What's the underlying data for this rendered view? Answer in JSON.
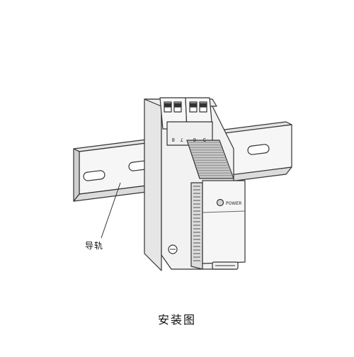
{
  "labels": {
    "rail": "导轨",
    "caption": "安装图",
    "power": "POWER",
    "terminals": [
      "8",
      "7",
      "6",
      "5"
    ]
  },
  "colors": {
    "line": "#333333",
    "face": "#f4f4f4",
    "shade": "#d8d8d8",
    "dark": "#9a9a9a",
    "rib": "#8a8a8a"
  }
}
